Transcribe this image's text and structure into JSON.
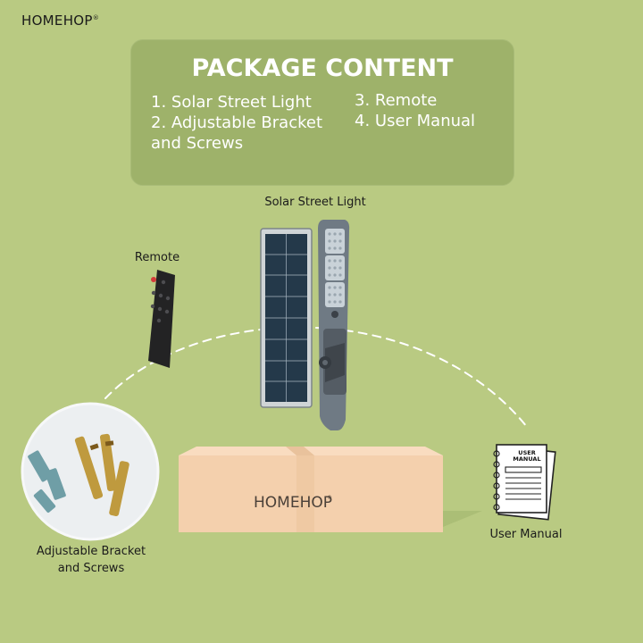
{
  "brand": {
    "name": "HOMEHOP",
    "reg": "®"
  },
  "package": {
    "title": "PACKAGE CONTENT",
    "items": [
      "1. Solar Street Light",
      "2. Adjustable Bracket",
      "and Screws",
      "3. Remote",
      "4. User Manual"
    ]
  },
  "captions": {
    "solar_light": "Solar Street Light",
    "remote": "Remote",
    "bracket_line1": "Adjustable Bracket",
    "bracket_line2": "and Screws",
    "manual": "User Manual"
  },
  "box": {
    "brand": "HOMEHOP",
    "reg": "®"
  },
  "manual_icon": {
    "title_line1": "USER",
    "title_line2": "MANUAL"
  },
  "colors": {
    "background": "#b9ca82",
    "panel": "#9eb26a",
    "box": "#f6d3b0",
    "dashed_line": "#ffffff"
  }
}
